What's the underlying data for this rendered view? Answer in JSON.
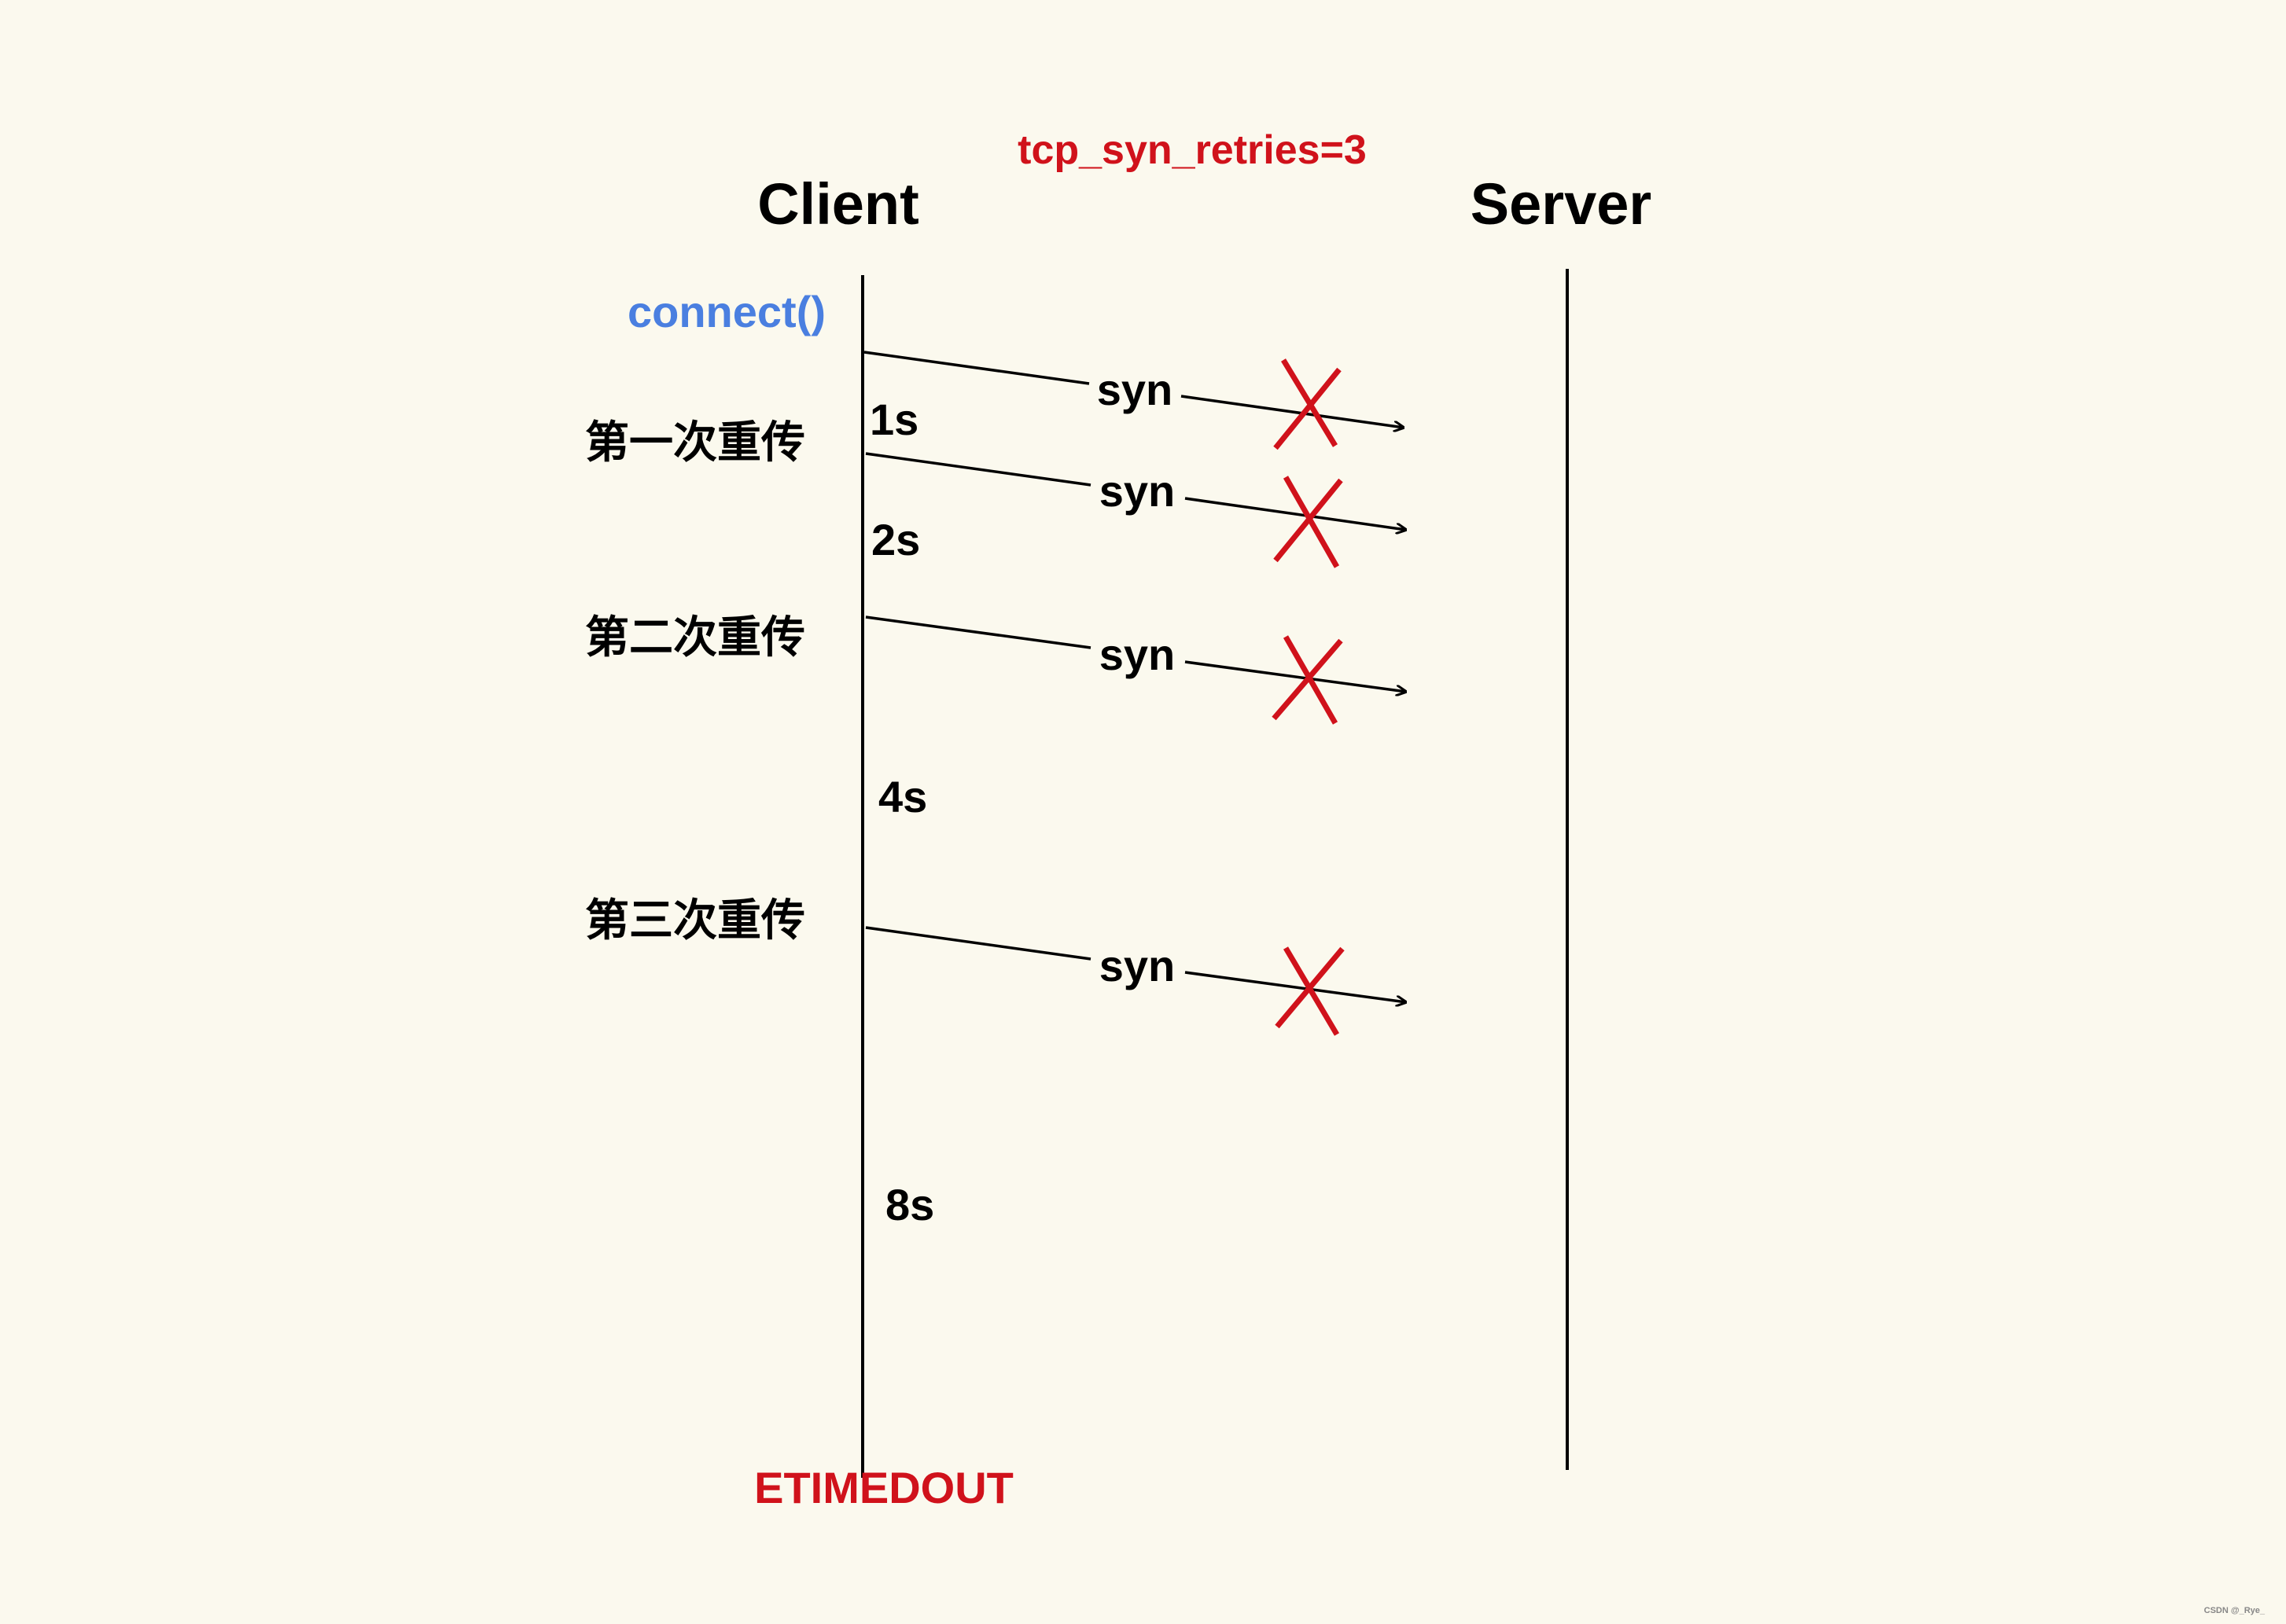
{
  "title": "tcp_syn_retries=3",
  "actors": {
    "client": "Client",
    "server": "Server"
  },
  "call": "connect()",
  "messages": [
    {
      "label": "syn",
      "lost": true
    },
    {
      "label": "syn",
      "lost": true
    },
    {
      "label": "syn",
      "lost": true
    },
    {
      "label": "syn",
      "lost": true
    }
  ],
  "retries": [
    "第一次重传",
    "第二次重传",
    "第三次重传"
  ],
  "intervals": [
    "1s",
    "2s",
    "4s",
    "8s"
  ],
  "result": "ETIMEDOUT",
  "watermark": "CSDN @_Rye_",
  "colors": {
    "background": "#fbf9ee",
    "title": "#d0121b",
    "call": "#4a7fe0",
    "loss_cross": "#d0121b",
    "result": "#d0121b"
  }
}
